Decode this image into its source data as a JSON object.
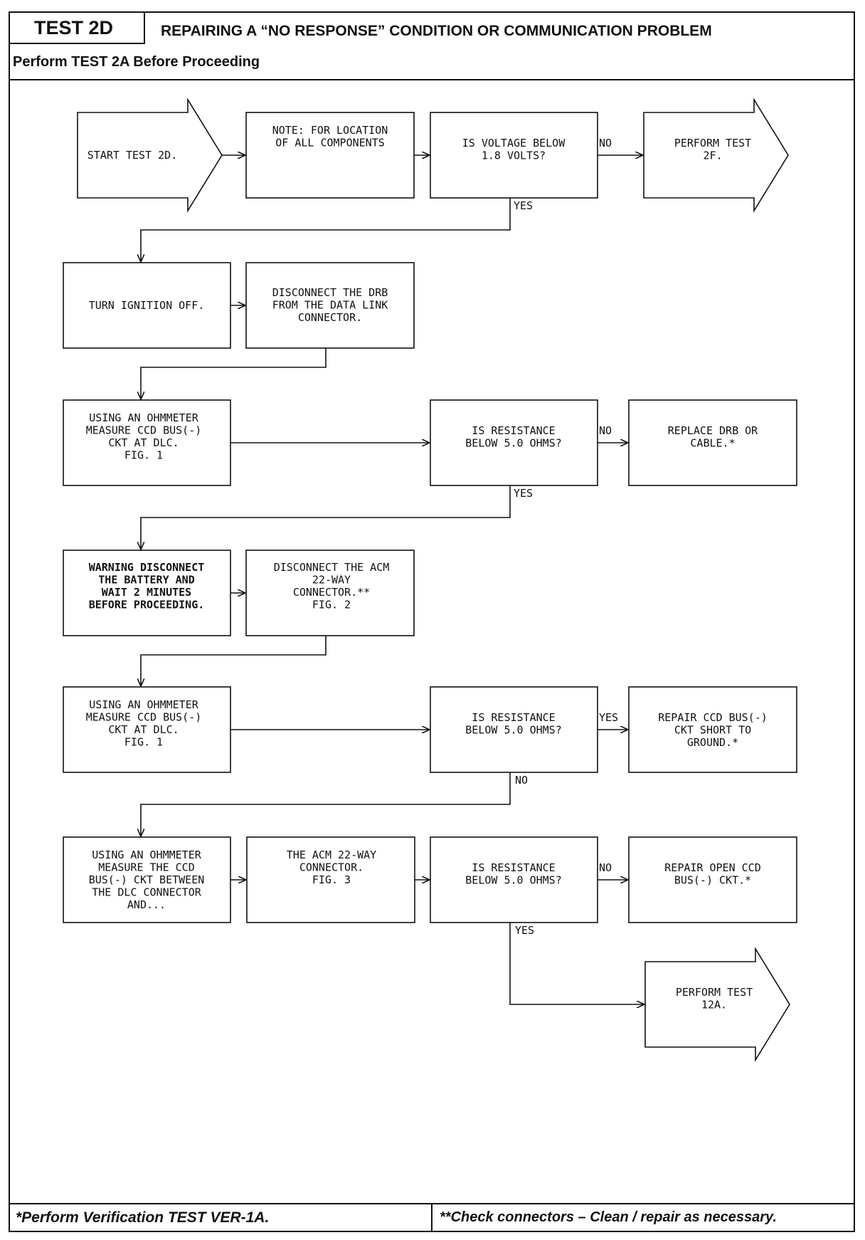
{
  "header": {
    "test_id": "TEST 2D",
    "title": "REPAIRING A “NO RESPONSE” CONDITION OR COMMUNICATION PROBLEM",
    "prerequisite": "Perform TEST 2A Before Proceeding"
  },
  "nodes": {
    "start": [
      "START TEST 2D."
    ],
    "note": [
      "NOTE: FOR LOCATION",
      "OF ALL COMPONENTS"
    ],
    "q_voltage": [
      "IS VOLTAGE BELOW",
      "1.8 VOLTS?"
    ],
    "perform_2f": [
      "PERFORM TEST",
      "2F."
    ],
    "ignition_off": [
      "TURN IGNITION OFF."
    ],
    "disconnect_drb": [
      "DISCONNECT THE DRB",
      "FROM THE DATA LINK",
      "CONNECTOR."
    ],
    "measure_1": [
      "USING AN OHMMETER",
      "MEASURE CCD BUS(-)",
      "CKT AT DLC.",
      "",
      "FIG. 1"
    ],
    "q_res_1": [
      "IS RESISTANCE",
      "BELOW 5.0 OHMS?"
    ],
    "replace_drb": [
      "REPLACE DRB OR",
      "CABLE.*"
    ],
    "warning": [
      "WARNING DISCONNECT",
      "THE BATTERY AND",
      "WAIT 2 MINUTES",
      "BEFORE PROCEEDING."
    ],
    "disconnect_acm": [
      "DISCONNECT THE ACM",
      "22-WAY",
      "CONNECTOR.**",
      "",
      "FIG. 2"
    ],
    "measure_2": [
      "USING AN OHMMETER",
      "MEASURE CCD BUS(-)",
      "CKT AT DLC.",
      "",
      "FIG. 1"
    ],
    "q_res_2": [
      "IS RESISTANCE",
      "BELOW 5.0 OHMS?"
    ],
    "repair_short": [
      "REPAIR CCD BUS(-)",
      "CKT SHORT TO",
      "GROUND.*"
    ],
    "measure_3": [
      "USING AN OHMMETER",
      "MEASURE THE CCD",
      "BUS(-) CKT BETWEEN",
      "THE DLC CONNECTOR",
      "AND..."
    ],
    "acm_connector": [
      "THE ACM 22-WAY",
      "CONNECTOR.",
      "",
      "FIG. 3"
    ],
    "q_res_3": [
      "IS RESISTANCE",
      "BELOW 5.0 OHMS?"
    ],
    "repair_open": [
      "REPAIR OPEN CCD",
      "BUS(-) CKT.*"
    ],
    "perform_12a": [
      "PERFORM TEST",
      "12A."
    ]
  },
  "edge_labels": {
    "q_voltage_no": "NO",
    "q_voltage_yes": "YES",
    "q_res_1_no": "NO",
    "q_res_1_yes": "YES",
    "q_res_2_yes": "YES",
    "q_res_2_no": "NO",
    "q_res_3_no": "NO",
    "q_res_3_yes": "YES"
  },
  "footer": {
    "left": "*Perform Verification TEST VER-1A.",
    "right": "**Check connectors – Clean / repair as necessary."
  }
}
